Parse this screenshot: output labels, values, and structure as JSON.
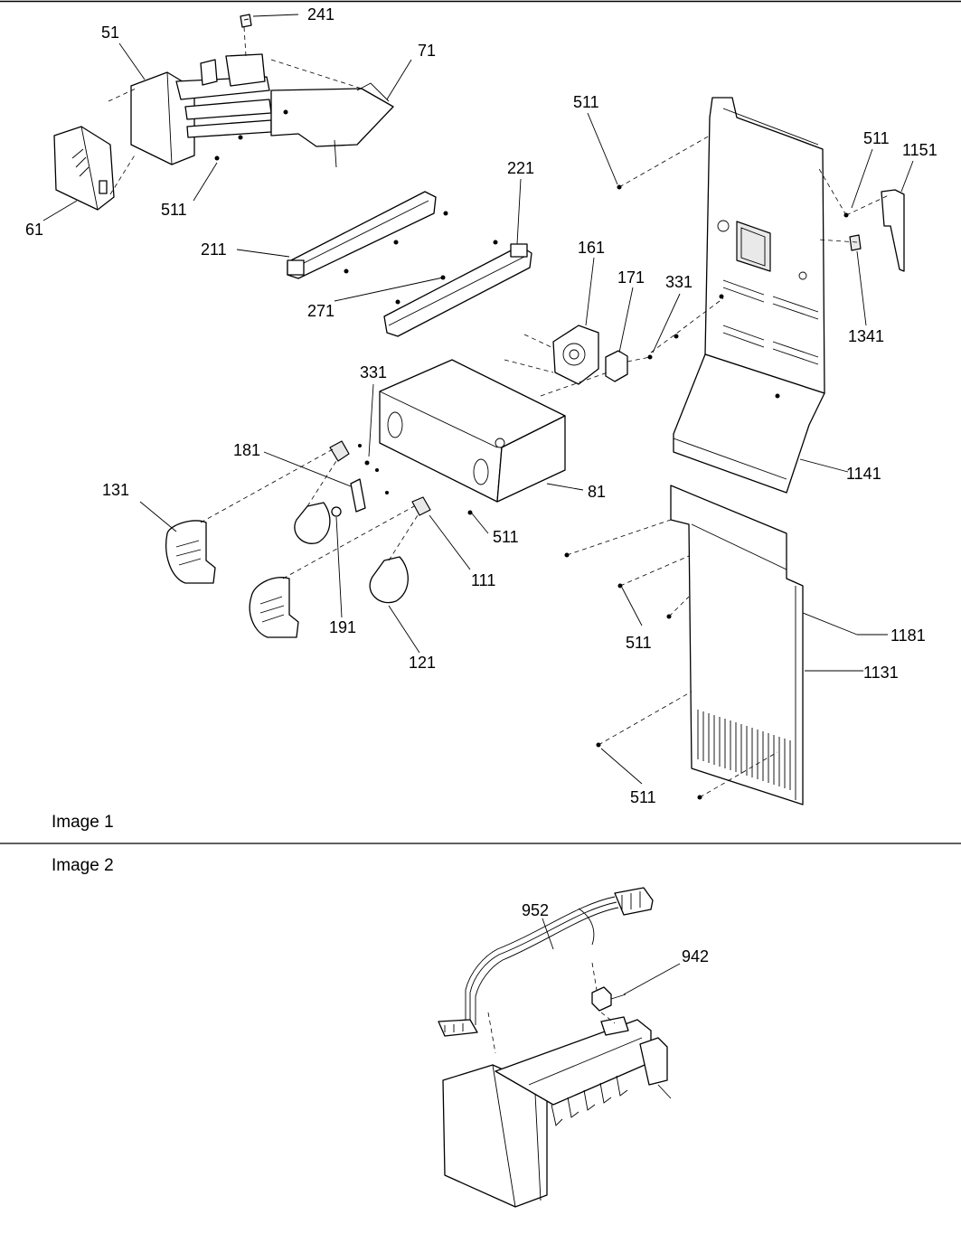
{
  "panels": [
    {
      "id": "image-1",
      "title": "Image 1"
    },
    {
      "id": "image-2",
      "title": "Image 2"
    }
  ],
  "callouts": {
    "p241": "241",
    "p51": "51",
    "p71": "71",
    "p61": "61",
    "p511_a": "511",
    "p511_b": "511",
    "p511_c": "511",
    "p511_d": "511",
    "p511_e": "511",
    "p511_f": "511",
    "p1151": "1151",
    "p221": "221",
    "p211": "211",
    "p271": "271",
    "p161": "161",
    "p171": "171",
    "p331_a": "331",
    "p331_b": "331",
    "p1341": "1341",
    "p181": "181",
    "p131": "131",
    "p81": "81",
    "p1141": "1141",
    "p111": "111",
    "p191": "191",
    "p121": "121",
    "p1181": "1181",
    "p1131": "1131",
    "p952": "952",
    "p942": "942"
  }
}
